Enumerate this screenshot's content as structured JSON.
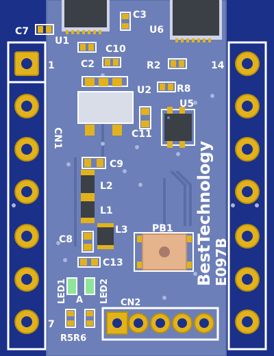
{
  "colors": {
    "board": "#1b3088",
    "copper_pour": "#6d80b8",
    "silk": "#ffffff",
    "gold": "#e2b21c",
    "gold_dark": "#9a7410",
    "ic_body": "#3b3f46",
    "button_body": "#e8b48a",
    "led_green": "#7fe08c"
  },
  "labels": {
    "c7": "C7",
    "u1": "U1",
    "c3": "C3",
    "u6": "U6",
    "c2": "C2",
    "c10": "C10",
    "r2": "R2",
    "pin_1": "1",
    "pin_14": "14",
    "u2": "U2",
    "r8": "R8",
    "u5": "U5",
    "c11": "C11",
    "cn1": "CN1",
    "c9": "C9",
    "l2": "L2",
    "l1": "L1",
    "l3": "L3",
    "c8": "C8",
    "pb1": "PB1",
    "c13": "C13",
    "led1": "LED1",
    "led2": "LED2",
    "a": "A",
    "cn2": "CN2",
    "pin_7": "7",
    "r5r6": "R5R6",
    "brand": "BestTechnology",
    "model": "E097B"
  }
}
